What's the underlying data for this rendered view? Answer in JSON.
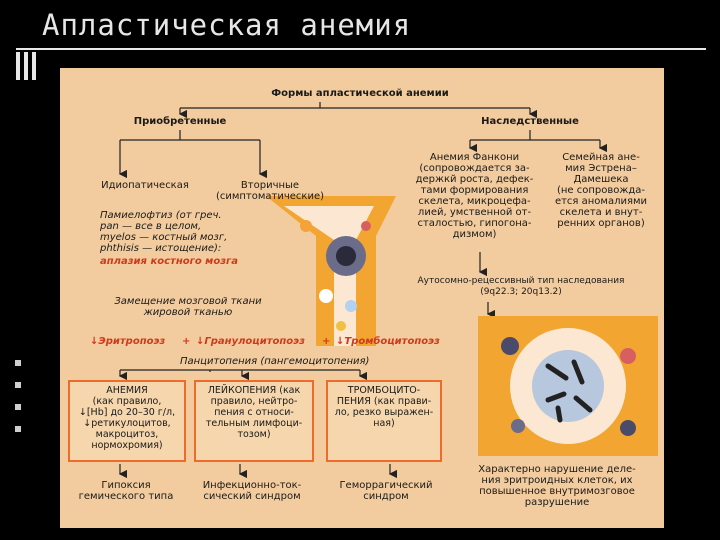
{
  "slide": {
    "title": "Апластическая анемия"
  },
  "diagram": {
    "title": "Формы апластической анемии",
    "acquired": "Приобретенные",
    "hereditary": "Наследственные",
    "idiopathic": "Идиопатическая",
    "secondary": "Вторичные\n(симптоматические)",
    "fanconi": "Анемия Фанкони\n(сопровождается за-\nдержкй роста, дефек-\nтами формирования\nскелета, микроцефа-\nлией, умственной от-\nсталостью, гипогона-\nдизмом)",
    "estren": "Семейная ане-\nмия Эстрена–\nДамешека\n(не сопровожда-\nется аномалиями\nскелета и внут-\nренних органов)",
    "panmyelophthisis": "Памиелофтиз (от греч.\npan — все в целом,\nmyelos — костный мозг,\nphthisis — истощение):",
    "aplasia": "аплазия костного мозга",
    "replacement": "Замещение мозговой ткани\nжировой тканью",
    "inheritance": "Аутосомно-рецессивный тип наследования\n(9q22.3; 20q13.2)",
    "erythro": "↓Эритропоэз",
    "granulo": "↓Гранулоцитопоэз",
    "thrombo": "↓Тромбоцитопоэз",
    "plus1": "+",
    "plus2": "+",
    "pancytopenia": "Панцитопения (пангемоцитопения)",
    "anemia_box": "АНЕМИЯ\n(как правило,\n↓[Hb] до 20–30 г/л,\n↓ретикулоцитов,\nмакроцитоз,\nнормохромия)",
    "leuko_box": "ЛЕЙКОПЕНИЯ (как\nправило, нейтро-\nпения с относи-\nтельным лимфоци-\nтозом)",
    "thrombo_box": "ТРОМБОЦИТО-\nПЕНИЯ (как прави-\nло, резко выражен-\nная)",
    "hypoxia": "Гипоксия\nгемического типа",
    "infection": "Инфекционно-ток-\nсический синдром",
    "hemorrhagic": "Геморрагический\nсиндром",
    "erythroid_note": "Характерно нарушение деле-\nния эритроидных клеток, их\nповышенное внутримозговое\nразрушение"
  },
  "colors": {
    "background": "#000000",
    "paper": "#f2cc9e",
    "accent": "#ef6b2c",
    "emphasis": "#d0391c"
  }
}
